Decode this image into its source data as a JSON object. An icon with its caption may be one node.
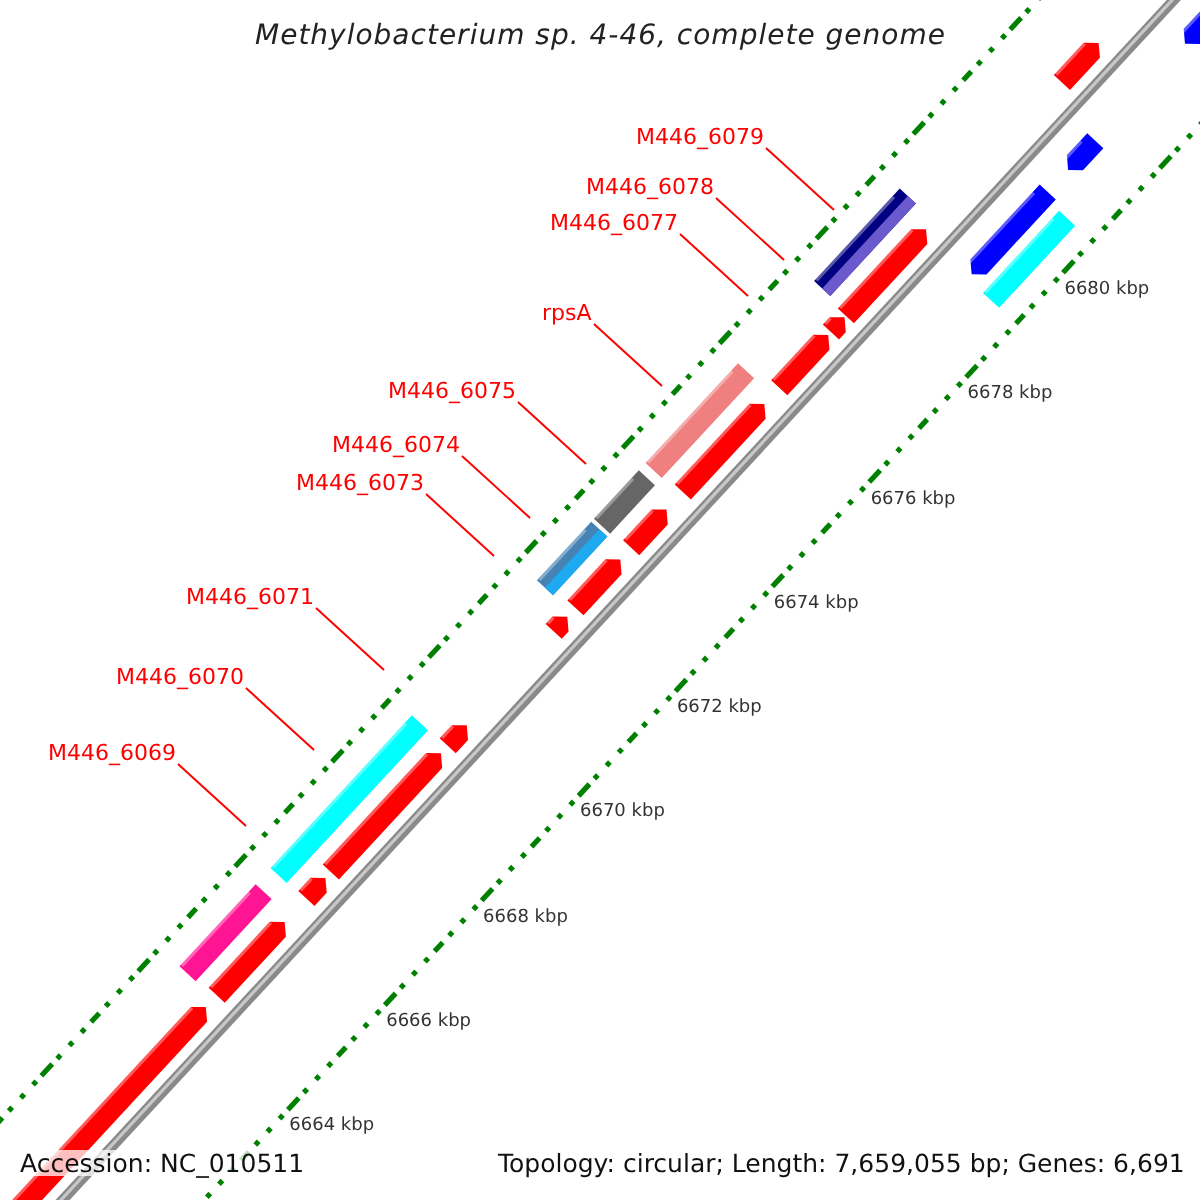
{
  "diagram": {
    "title": "Methylobacterium sp. 4-46, complete genome",
    "nodes": [
      {
        "text": [
          "M446_6079"
        ]
      },
      {
        "text": [
          "M446_6078"
        ]
      },
      {
        "text": [
          "M446_6077"
        ]
      },
      {
        "text": [
          "rpsA"
        ]
      },
      {
        "text": [
          "M446_6075"
        ]
      },
      {
        "text": [
          "M446_6074"
        ]
      },
      {
        "text": [
          "M446_6073"
        ]
      },
      {
        "text": [
          "M446_6071"
        ]
      },
      {
        "text": [
          "M446_6070"
        ]
      },
      {
        "text": [
          "M446_6069"
        ]
      }
    ],
    "edges": [
      {
        "from": 0,
        "to": null,
        "arrow": "none"
      },
      {
        "from": 1,
        "to": null,
        "arrow": "none"
      },
      {
        "from": 2,
        "to": null,
        "arrow": "none"
      },
      {
        "from": 3,
        "to": null,
        "arrow": "none"
      },
      {
        "from": 4,
        "to": null,
        "arrow": "none"
      },
      {
        "from": 5,
        "to": null,
        "arrow": "none"
      },
      {
        "from": 6,
        "to": null,
        "arrow": "none"
      },
      {
        "from": 7,
        "to": null,
        "arrow": "none"
      },
      {
        "from": 8,
        "to": null,
        "arrow": "none"
      },
      {
        "from": 9,
        "to": null,
        "arrow": "none"
      }
    ],
    "labels": [
      "6680 kbp",
      "6678 kbp",
      "6676 kbp",
      "6674 kbp",
      "6672 kbp",
      "6670 kbp",
      "6668 kbp",
      "6666 kbp",
      "6664 kbp",
      "Accession: NC_010511",
      "Topology: circular; Length: 7,659,055 bp; Genes: 6,691"
    ]
  }
}
